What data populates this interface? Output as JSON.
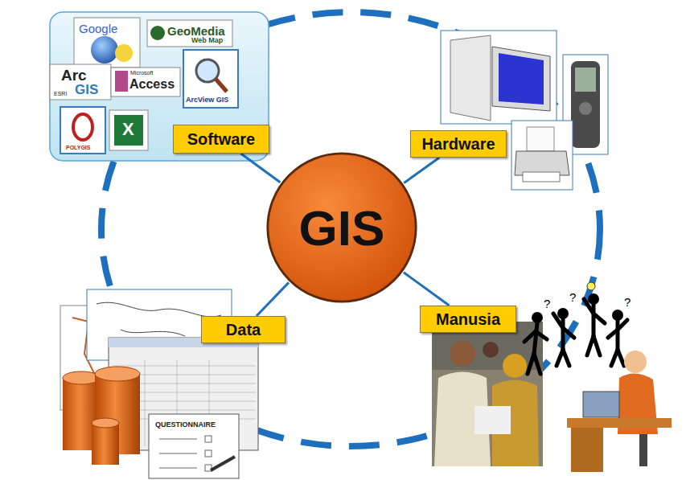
{
  "diagram": {
    "nodes": [
      {
        "text": [
          "Software"
        ]
      },
      {
        "text": [
          "Hardware"
        ]
      },
      {
        "text": [
          "GIS"
        ]
      },
      {
        "text": [
          "Data"
        ]
      },
      {
        "text": [
          "Manusia"
        ]
      }
    ],
    "edges": [
      {
        "from": 2,
        "to": 0,
        "arrow": "none"
      },
      {
        "from": 2,
        "to": 1,
        "arrow": "none"
      },
      {
        "from": 2,
        "to": 3,
        "arrow": "none"
      },
      {
        "from": 2,
        "to": 4,
        "arrow": "none"
      }
    ],
    "labels": [
      "Google",
      "GeoMedia",
      "Web Map",
      "Arc",
      "GIS",
      "ESRI",
      "Microsoft",
      "Access",
      "ArcView GIS",
      "POLYGIS",
      "X",
      "QUESTIONNAIRE",
      "?",
      "?",
      "?"
    ]
  }
}
